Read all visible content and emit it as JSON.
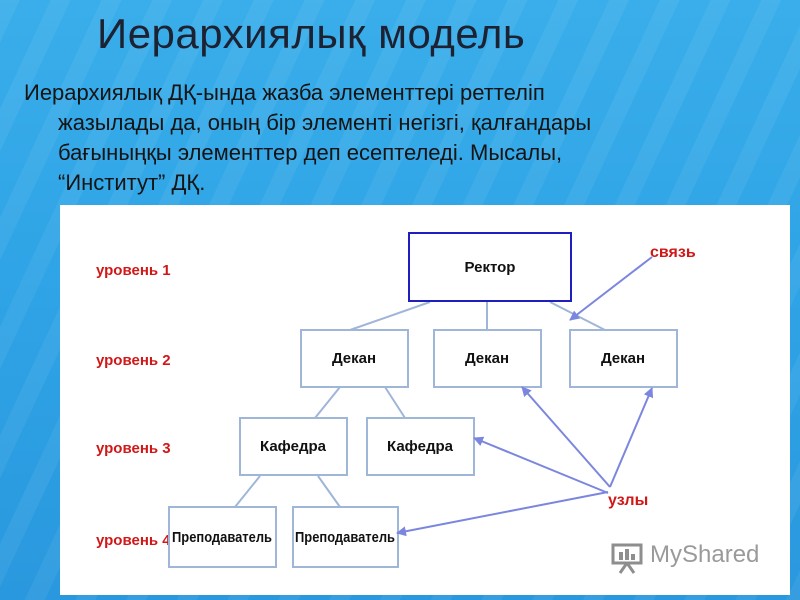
{
  "title": "Иерархиялық модель",
  "body_lines": [
    "Иерархиялық ДҚ-ында жазба элементтері реттеліп",
    "жазылады да, оның бір элементі негізгі, қалғандары",
    "бағыныңқы элементтер деп есептеледі. Мысалы,",
    "“Институт” ДҚ."
  ],
  "diagram": {
    "levels": [
      "уровень 1",
      "уровень 2",
      "уровень 3",
      "уровень 4"
    ],
    "nodes": {
      "rector": "Ректор",
      "dean_1": "Декан",
      "dean_2": "Декан",
      "dean_3": "Декан",
      "dept_1": "Кафедра",
      "dept_2": "Кафедра",
      "teacher_1": "Преподаватель",
      "teacher_2": "Преподаватель"
    },
    "annotations": {
      "link": "связь",
      "nodes": "узлы"
    },
    "colors": {
      "level_labels": "#d01818",
      "root_border": "#1f1fbf",
      "box_border": "#9fb6d8",
      "arrows": "#7b86de"
    }
  },
  "watermark": {
    "text": "MyShared",
    "icon": "presentation-board-icon"
  }
}
